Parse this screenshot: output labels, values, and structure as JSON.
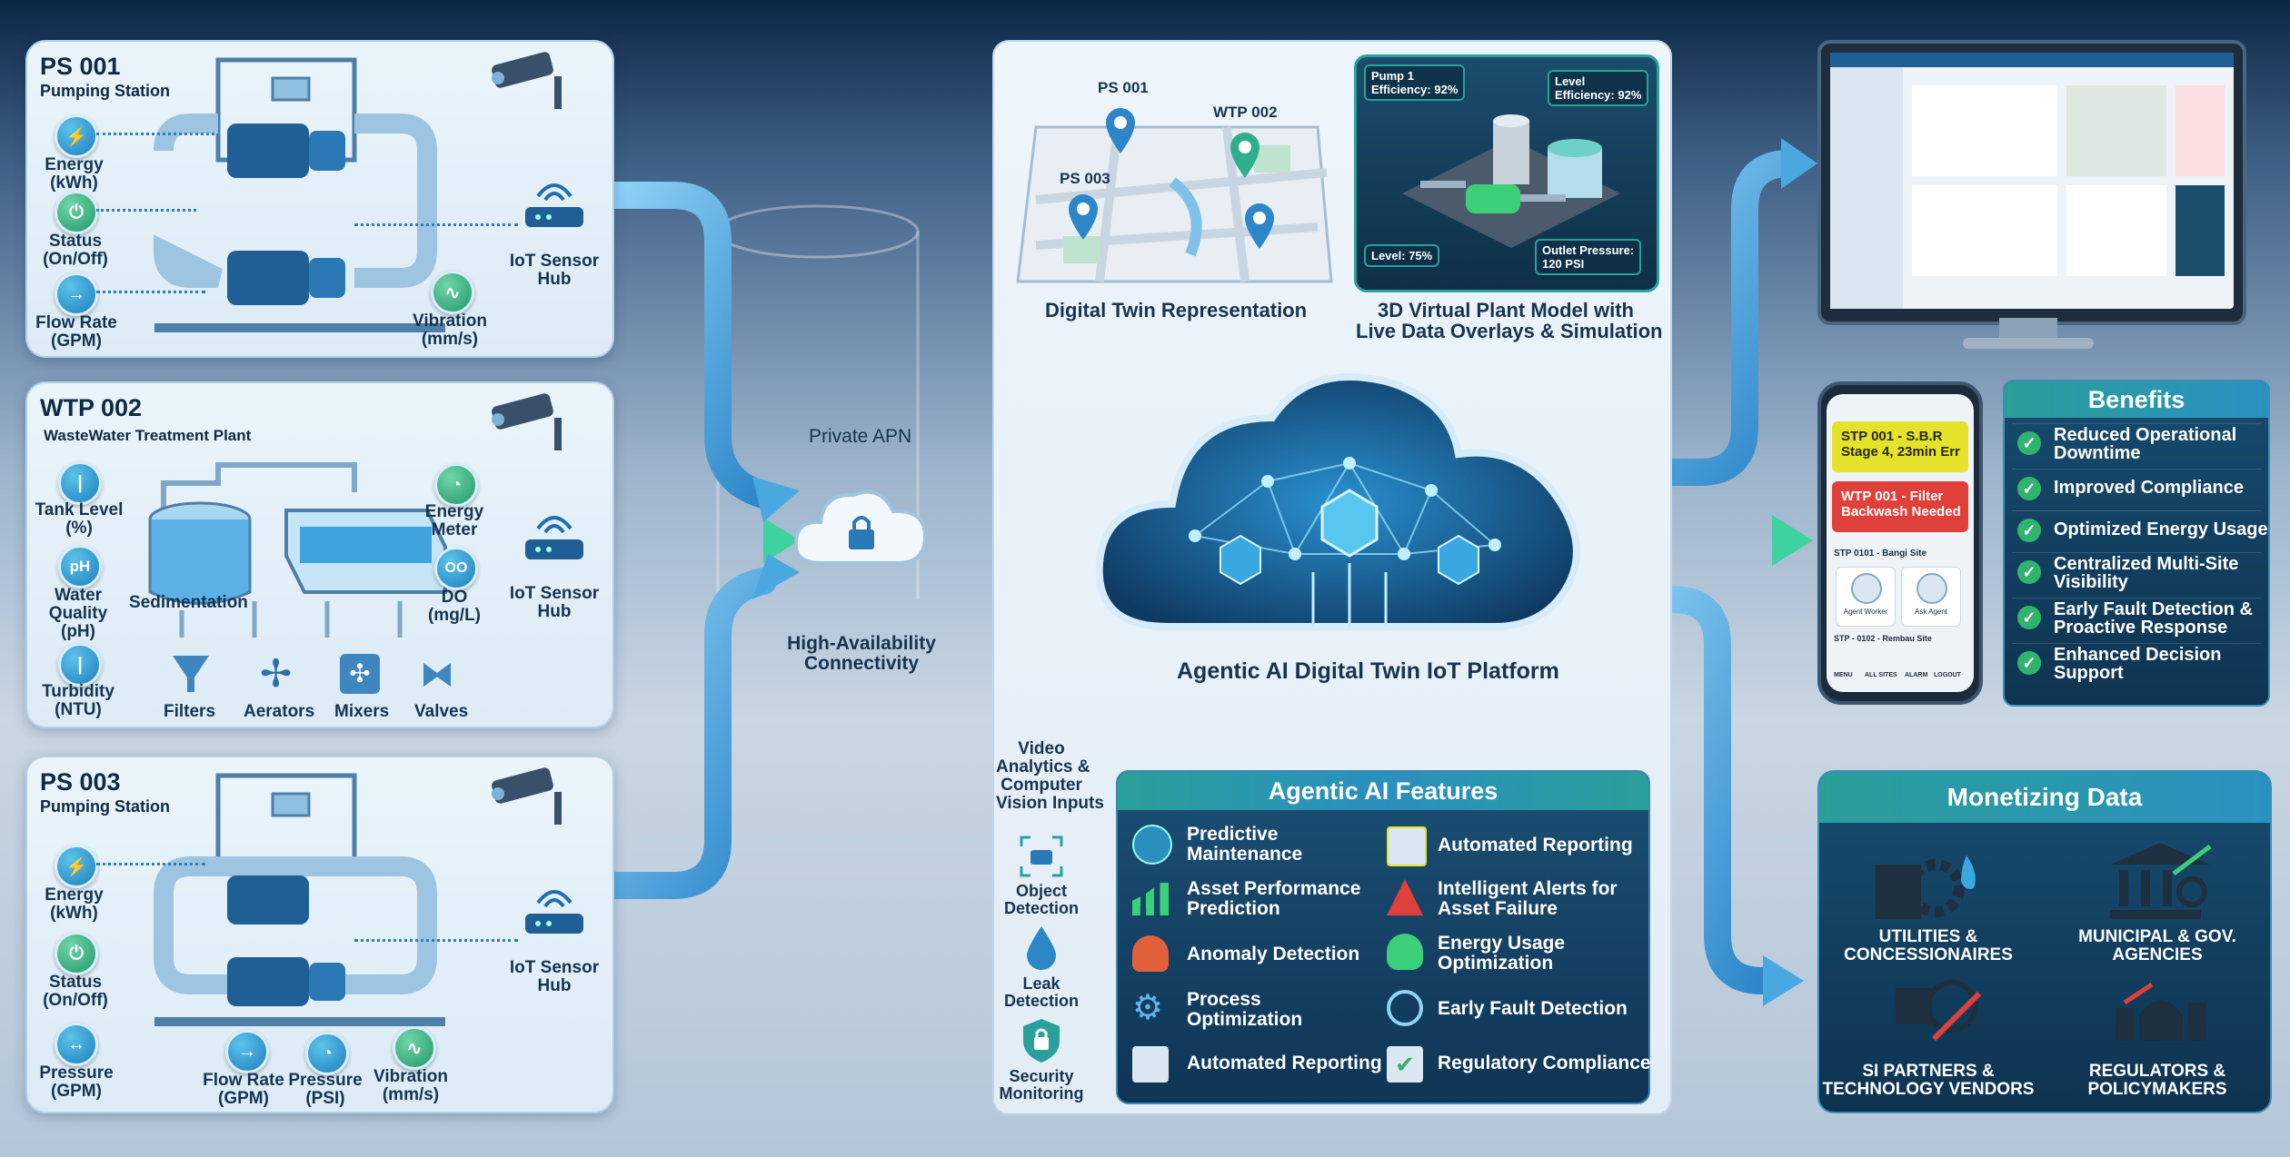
{
  "sites": {
    "ps001": {
      "name": "PS 001",
      "type": "Pumping Station",
      "sensors": [
        {
          "label": "Energy\n(kWh)",
          "icon": "lightning-icon"
        },
        {
          "label": "Status\n(On/Off)",
          "icon": "power-icon"
        },
        {
          "label": "Flow Rate\n(GPM)",
          "icon": "arrow-right-icon"
        },
        {
          "label": "Vibration\n(mm/s)",
          "icon": "wave-icon"
        }
      ],
      "hub": "IoT Sensor\nHub"
    },
    "wtp002": {
      "name": "WTP 002",
      "type": "WasteWater Treatment Plant",
      "sensors": [
        {
          "label": "Tank Level\n(%)",
          "icon": "thermometer-icon"
        },
        {
          "label": "Water\nQuality\n(pH)",
          "icon": "ph-icon",
          "glyph": "pH"
        },
        {
          "label": "Turbidity\n(NTU)",
          "icon": "thermometer-icon"
        },
        {
          "label": "Energy\nMeter",
          "icon": "gauge-icon"
        },
        {
          "label": "DO\n(mg/L)",
          "icon": "do-icon",
          "glyph": "OO"
        }
      ],
      "components": [
        "Sedimentation",
        "Filters",
        "Aerators",
        "Mixers",
        "Valves"
      ],
      "hub": "IoT Sensor\nHub"
    },
    "ps003": {
      "name": "PS 003",
      "type": "Pumping Station",
      "sensors": [
        {
          "label": "Energy\n(kWh)",
          "icon": "lightning-icon"
        },
        {
          "label": "Status\n(On/Off)",
          "icon": "power-icon"
        },
        {
          "label": "Pressure\n(GPM)",
          "icon": "arrows-icon"
        },
        {
          "label": "Flow Rate\n(GPM)",
          "icon": "arrow-right-icon"
        },
        {
          "label": "Pressure\n(PSI)",
          "icon": "gauge-icon"
        },
        {
          "label": "Vibration\n(mm/s)",
          "icon": "wave-icon"
        }
      ],
      "hub": "IoT Sensor\nHub"
    }
  },
  "connectivity": {
    "apn": "Private APN",
    "availability": "High-Availability\nConnectivity"
  },
  "digital_twin": {
    "map_caption": "Digital Twin Representation",
    "map_pins": [
      "PS 001",
      "WTP 002",
      "PS 003"
    ],
    "model_caption": "3D Virtual Plant Model with\nLive Data Overlays & Simulation",
    "overlays": {
      "pump": "Pump 1\nEfficiency: 92%",
      "level": "Level\nEfficiency: 92%",
      "level_low": "Level: 75%",
      "outlet": "Outlet Pressure:\n120 PSI"
    }
  },
  "platform": {
    "title": "Agentic AI Digital Twin IoT Platform"
  },
  "video": {
    "title": "Video\nAnalytics &\nComputer\nVision Inputs",
    "items": [
      {
        "label": "Object\nDetection",
        "icon": "camera-target-icon"
      },
      {
        "label": "Leak\nDetection",
        "icon": "droplet-icon"
      },
      {
        "label": "Security\nMonitoring",
        "icon": "shield-lock-icon"
      }
    ]
  },
  "features": {
    "title": "Agentic AI Features",
    "left": [
      {
        "label": "Predictive\nMaintenance",
        "icon": "robot-icon"
      },
      {
        "label": "Asset Performance\nPrediction",
        "icon": "bar-chart-icon"
      },
      {
        "label": "Anomaly Detection",
        "icon": "alarm-icon"
      },
      {
        "label": "Process\nOptimization",
        "icon": "gears-icon"
      },
      {
        "label": "Automated Reporting",
        "icon": "report-icon"
      }
    ],
    "right": [
      {
        "label": "Automated Reporting",
        "icon": "document-icon"
      },
      {
        "label": "Intelligent Alerts for\nAsset Failure",
        "icon": "warning-icon"
      },
      {
        "label": "Energy Usage\nOptimization",
        "icon": "bulb-icon"
      },
      {
        "label": "Early Fault Detection",
        "icon": "magnifier-icon"
      },
      {
        "label": "Regulatory Compliance",
        "icon": "clipboard-check-icon"
      }
    ]
  },
  "phone": {
    "alert1": "STP 001 - S.B.R\nStage 4, 23min Err",
    "alert2": "WTP 001 - Filter\nBackwash Needed",
    "site1": "STP 0101 - Bangi Site",
    "agent1": "Agent Worker",
    "agent2": "Ask Agent",
    "site2": "STP - 0102 - Rembau Site",
    "nav": [
      "MENU",
      "ALL SITES",
      "ALARM",
      "LOGOUT"
    ]
  },
  "benefits": {
    "title": "Benefits",
    "items": [
      "Reduced Operational\nDowntime",
      "Improved Compliance",
      "Optimized Energy Usage",
      "Centralized Multi-Site\nVisibility",
      "Early Fault Detection &\nProactive Response",
      "Enhanced Decision\nSupport"
    ]
  },
  "monetizing": {
    "title": "Monetizing Data",
    "items": [
      {
        "label": "UTILITIES &\nCONCESSIONAIRES",
        "icon": "utility-gear-icon"
      },
      {
        "label": "MUNICIPAL & GOV.\nAGENCIES",
        "icon": "government-building-icon"
      },
      {
        "label": "SI PARTNERS &\nTECHNOLOGY VENDORS",
        "icon": "chip-tools-icon"
      },
      {
        "label": "REGULATORS &\nPOLICYMAKERS",
        "icon": "capitol-icon"
      }
    ]
  },
  "colors": {
    "pipe": "#5fb4e8",
    "accent": "#2aa09a",
    "panel": "#e4f0f9",
    "alert_yellow": "#e4e22a",
    "alert_red": "#e0403a"
  }
}
